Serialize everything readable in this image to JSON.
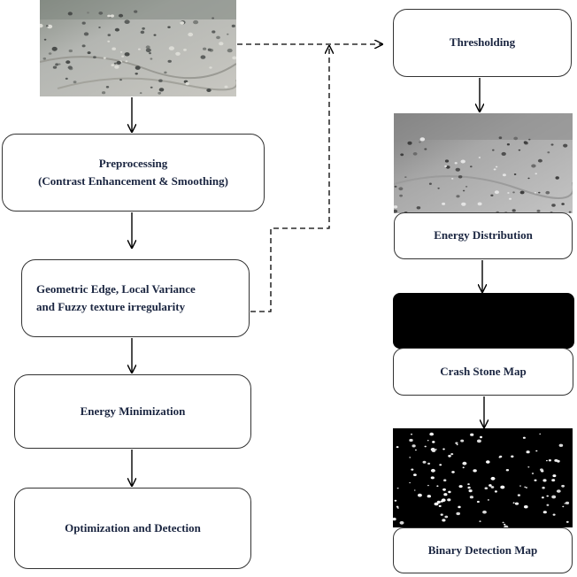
{
  "steps": {
    "preprocessing": {
      "line1": "Preprocessing",
      "line2": "(Contrast Enhancement & Smoothing)"
    },
    "features": {
      "line1": "Geometric Edge, Local Variance",
      "line2": "and Fuzzy texture irregularity"
    },
    "energy_min": {
      "label": "Energy Minimization"
    },
    "optimization": {
      "label": "Optimization and Detection"
    },
    "thresholding": {
      "label": "Thresholding"
    },
    "energy_dist": {
      "label": "Energy Distribution"
    },
    "crash_stone": {
      "label": "Crash Stone Map"
    },
    "binary_map": {
      "label": "Binary Detection Map"
    }
  },
  "colors": {
    "text": "#1a2540",
    "border": "#333333",
    "ground_light": "#b9bcbc",
    "ground_gray": "#8f9090",
    "black": "#000000"
  },
  "images": {
    "input_photo": "rocky-ground-photo",
    "energy_photo": "rocky-ground-grayscale-photo",
    "crash_map": "black-map",
    "binary_map": "binary-detection-dots"
  }
}
